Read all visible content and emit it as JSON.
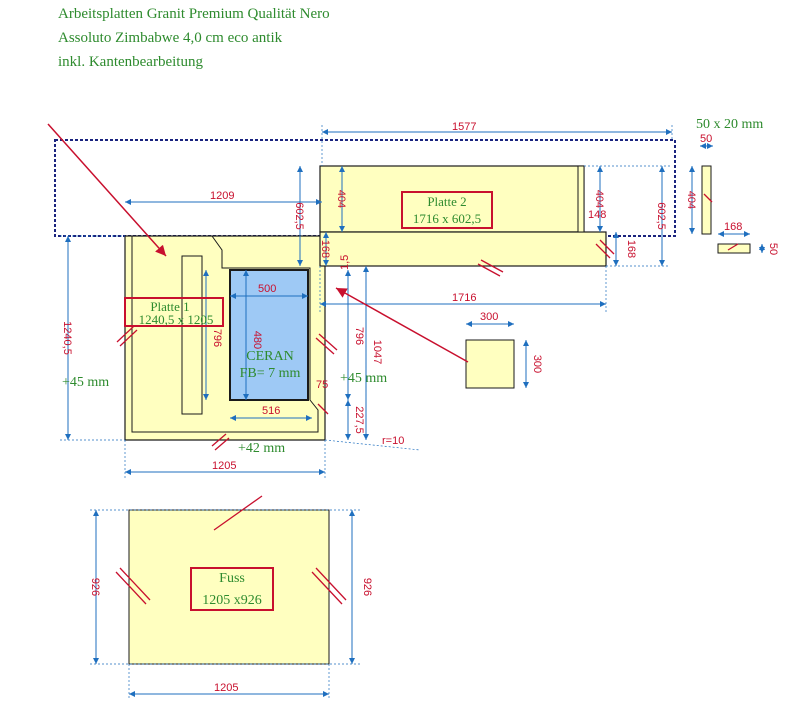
{
  "title": {
    "line1": "Arbeitsplatten Granit Premium Qualität Nero",
    "line2": "Assoluto Zimbabwe 4,0 cm eco antik",
    "line3": "inkl. Kantenbearbeitung"
  },
  "labels": {
    "strip_size": "50 x 20 mm",
    "platte1_name": "Platte 1",
    "platte1_size": "1240,5 x 1205",
    "platte2_name": "Platte 2",
    "platte2_size": "1716 x 602,5",
    "ceran_name": "CERAN",
    "ceran_fb": "FB= 7 mm",
    "fuss_name": "Fuss",
    "fuss_size": "1205 x926",
    "left_add": "+45 mm",
    "right_add": "+45 mm",
    "bottom_add": "+42 mm"
  },
  "dimensions": {
    "d1577": "1577",
    "d1209": "1209",
    "d404_a": "404",
    "d602_a": "602,5",
    "d168_a": "168",
    "d404_b": "404",
    "d148": "148",
    "d602_b": "602,5",
    "d168_b": "168",
    "d404_c": "404",
    "d50": "50",
    "d168_c": "168",
    "d50_b": "50",
    "d1716": "1716",
    "d1240": "1240,5",
    "d500": "500",
    "d796_a": "796",
    "d796_b": "796",
    "d1047": "1047",
    "d480": "480",
    "d516": "516",
    "d75": "75",
    "d227": "227,5",
    "r10": "r=10",
    "d1205_a": "1205",
    "d300_a": "300",
    "d300_b": "300",
    "d926_a": "926",
    "d926_b": "926",
    "d1205_b": "1205",
    "d1_5": "1,5"
  },
  "colors": {
    "slab": "#ffffc0",
    "ceran": "#9ec9f5",
    "dimension_line": "#1f6fbf",
    "text_red": "#c8102e",
    "outline": "#1a1a1a",
    "dotted_outline": "#1a237e",
    "label_green": "#2e8b2e",
    "edge_mark": "#c8102e"
  }
}
